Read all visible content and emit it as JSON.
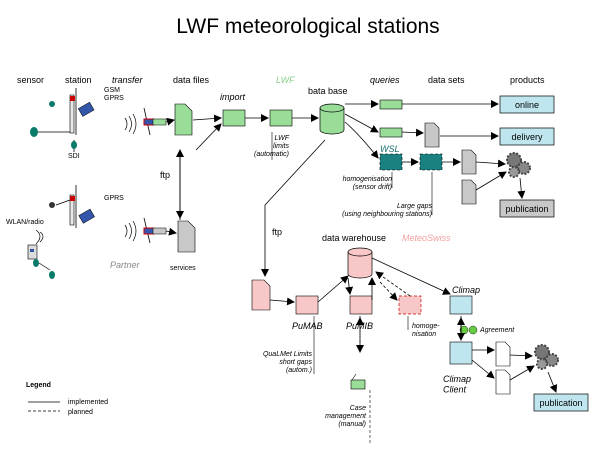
{
  "title": "LWF meteorological stations",
  "columns": {
    "sensor": "sensor",
    "station": "station",
    "transfer": "transfer",
    "data_files": "data files",
    "lwf": "LWF",
    "queries": "queries",
    "data_sets": "data sets",
    "products": "products"
  },
  "labels": {
    "gsm_gprs": "GSM\nGPRS",
    "sdi": "SDI",
    "import": "import",
    "bata_base": "bata base",
    "lwf_limits": "LWF\nlimits\n(automatic)",
    "ftp_top": "ftp",
    "gprs": "GPRS",
    "wlan_radio": "WLAN/radio",
    "partner": "Partner",
    "services": "services",
    "wsl": "WSL",
    "homogenisation_drift": "homogenisation\n(sensor drift)",
    "large_gaps": "Large gaps\n(using neighbouring stations)",
    "ftp_left": "ftp",
    "data_warehouse": "data warehouse",
    "meteoswiss": "MeteoSwiss",
    "climap": "Climap",
    "pumab": "PuMAB",
    "pumib": "PuMIB",
    "homogenisation": "homoge-\nnisation",
    "agreement": "Agreement",
    "climap_client": "Climap\nClient",
    "qualmet": "QuaLMet Limits\nshort gaps\n(autom.)",
    "case_management": "Case\nmanagement\n(manual)"
  },
  "products": {
    "online": "online",
    "delivery": "delivery",
    "publication_top": "publication",
    "publication_bottom": "publication"
  },
  "legend": {
    "title": "Legend",
    "implemented": "implemented",
    "planned": "planned"
  },
  "colors": {
    "green": "#99dd99",
    "cyan": "#bfe6ee",
    "teal": "#1a8080",
    "pink": "#f8c8c8",
    "gray": "#c8c8c8",
    "lwf_text": "#8cd08c",
    "wsl_text": "#1a7070",
    "meteo_text": "#f0a0a0",
    "partner_text": "#888888"
  }
}
